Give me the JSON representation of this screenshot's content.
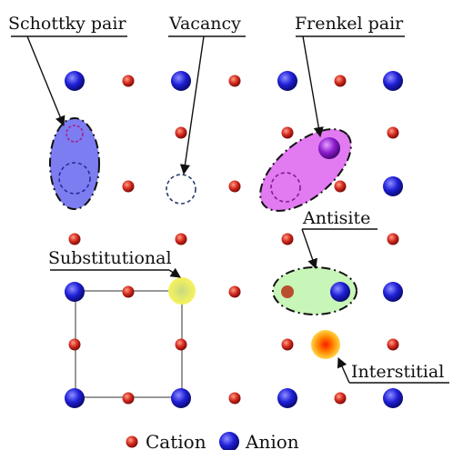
{
  "labels": {
    "schottky": "Schottky pair",
    "vacancy": "Vacancy",
    "frenkel": "Frenkel pair",
    "antisite": "Antisite",
    "substitutional": "Substitutional",
    "interstitial": "Interstitial"
  },
  "legend": {
    "cation": "Cation",
    "anion": "Anion"
  },
  "colors": {
    "cation": "#d42a1e",
    "anion": "#1a1ad0",
    "schottky_fill": "#7d7df2",
    "frenkel_fill": "#e27af2",
    "antisite_fill": "#c8f5b8",
    "substitutional_fill": "#f0f060",
    "interstitial_fill": "#ff8800"
  }
}
